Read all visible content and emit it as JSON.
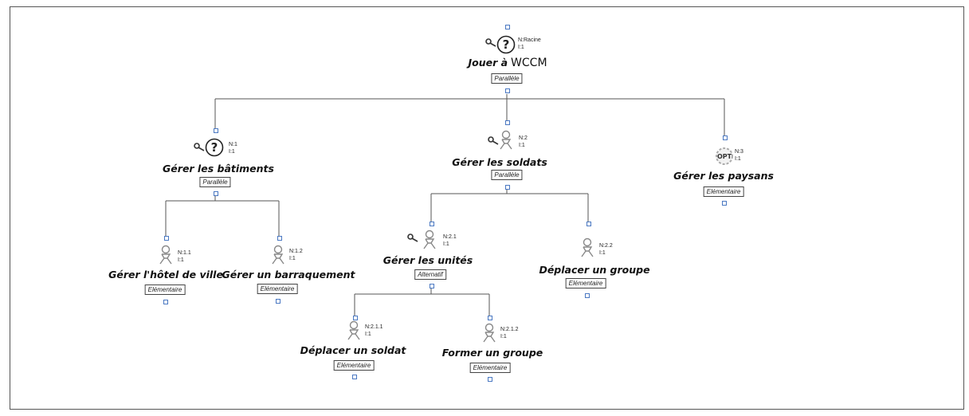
{
  "diagram": {
    "root": {
      "title": "Jouer à",
      "title_extra": "WCCM",
      "n_label": "N:Racine",
      "i_label": "I:1",
      "type": "Parallèle",
      "icon": "question-mark-icon",
      "has_key": true
    },
    "nodes": {
      "n1": {
        "title": "Gérer les bâtiments",
        "n_label": "N:1",
        "i_label": "I:1",
        "type": "Parallèle",
        "icon": "question-mark-icon",
        "has_key": true
      },
      "n2": {
        "title": "Gérer les soldats",
        "n_label": "N:2",
        "i_label": "I:1",
        "type": "Parallèle",
        "icon": "user-icon",
        "has_key": true
      },
      "n3": {
        "title": "Gérer les paysans",
        "n_label": "N:3",
        "i_label": "I:1",
        "type": "Elémentaire",
        "icon": "opt-gear-icon",
        "icon_text": "OPT",
        "has_key": false
      },
      "n11": {
        "title": "Gérer l'hôtel de ville",
        "n_label": "N:1.1",
        "i_label": "I:1",
        "type": "Elémentaire",
        "icon": "user-icon",
        "has_key": false
      },
      "n12": {
        "title": "Gérer un barraquement",
        "n_label": "N:1.2",
        "i_label": "I:1",
        "type": "Elémentaire",
        "icon": "user-icon",
        "has_key": false
      },
      "n21": {
        "title": "Gérer les unités",
        "n_label": "N:2.1",
        "i_label": "I:1",
        "type": "Alternatif",
        "icon": "user-icon",
        "has_key": true
      },
      "n22": {
        "title": "Déplacer un groupe",
        "n_label": "N:2.2",
        "i_label": "I:1",
        "type": "Elémentaire",
        "icon": "user-icon",
        "has_key": false
      },
      "n211": {
        "title": "Déplacer un soldat",
        "n_label": "N:2.1.1",
        "i_label": "I:1",
        "type": "Elémentaire",
        "icon": "user-icon",
        "has_key": false
      },
      "n212": {
        "title": "Former un groupe",
        "n_label": "N:2.1.2",
        "i_label": "I:1",
        "type": "Elémentaire",
        "icon": "user-icon",
        "has_key": false
      }
    },
    "colors": {
      "line": "#555555",
      "port": "#4a78c2",
      "icon_stroke": "#888888"
    }
  }
}
